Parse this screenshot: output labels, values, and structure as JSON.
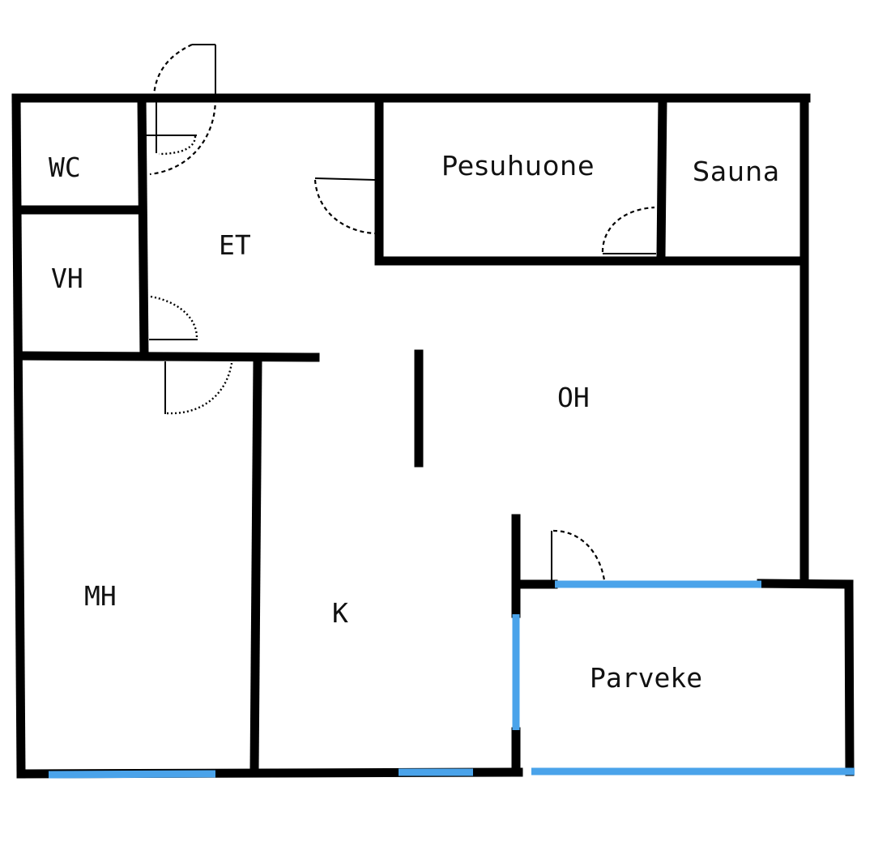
{
  "floor_plan": {
    "wall_color": "#000000",
    "window_color": "#4aa3ea",
    "rooms": {
      "wc": "WC",
      "vh": "VH",
      "et": "ET",
      "pesuhuone": "Pesuhuone",
      "sauna": "Sauna",
      "oh": "OH",
      "mh": "MH",
      "k": "K",
      "parveke": "Parveke"
    }
  }
}
